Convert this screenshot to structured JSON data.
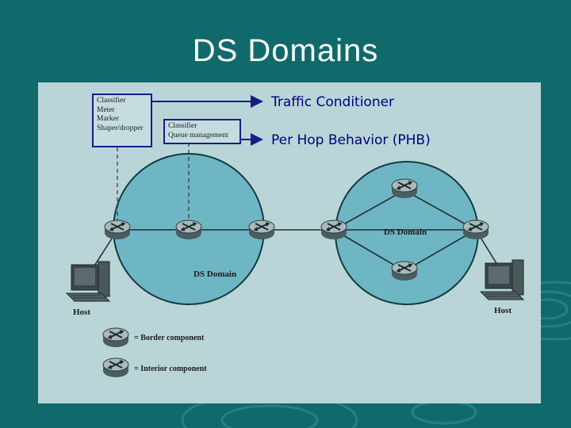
{
  "title": "DS Domains",
  "callouts": {
    "traffic_conditioner": "Traffic Conditioner",
    "phb": "Per Hop Behavior (PHB)"
  },
  "boxes": {
    "conditioner_items": [
      "Classifier",
      "Meter",
      "Marker",
      "Shaper/dropper"
    ],
    "phb_items": [
      "Classifier",
      "Queue management"
    ]
  },
  "domains": {
    "left_label": "DS Domain",
    "right_label": "DS Domain"
  },
  "hosts": {
    "left_label": "Host",
    "right_label": "Host"
  },
  "legend": {
    "border": "= Border component",
    "interior": "= Interior component"
  },
  "colors": {
    "background": "#106a6c",
    "panel": "#b9d5d8",
    "domain_fill": "#6fb6c4",
    "callout_text": "#00007a"
  }
}
